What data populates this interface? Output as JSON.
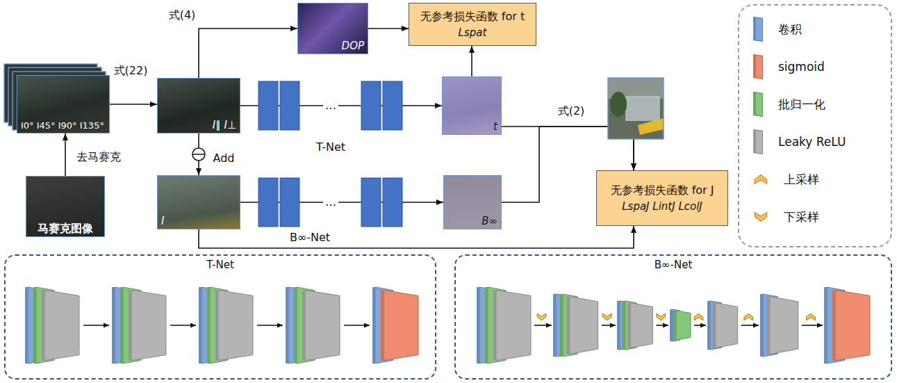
{
  "diagram": {
    "nodes": [
      {
        "text": [
          "I0° I45° I90° I135°"
        ]
      },
      {
        "text": [
          "马赛克图像"
        ]
      },
      {
        "text": [
          "I∥ I⊥"
        ]
      },
      {
        "text": [
          "DOP"
        ]
      },
      {
        "text": [
          "无参考损失函数 for t",
          "Lspat"
        ]
      },
      {
        "text": [
          "I"
        ]
      },
      {
        "text": [
          "t"
        ]
      },
      {
        "text": [
          "B∞"
        ]
      },
      {
        "text": [
          "无参考损失函数 for J",
          "LspaJ LintJ LcolJ"
        ]
      },
      {
        "text": [
          "T-Net"
        ]
      },
      {
        "text": [
          "B∞-Net"
        ]
      }
    ],
    "edges": [
      {
        "from": 1,
        "to": 0,
        "arrow": "to",
        "label": "去马赛克"
      },
      {
        "from": 0,
        "to": 2,
        "arrow": "to",
        "label": "式(22)"
      },
      {
        "from": 2,
        "to": 3,
        "arrow": "to",
        "label": "式(4)"
      },
      {
        "from": 3,
        "to": 4,
        "arrow": "to"
      },
      {
        "from": 2,
        "to": 6,
        "arrow": "to",
        "label": "T-Net"
      },
      {
        "from": 6,
        "to": 4,
        "arrow": "to"
      },
      {
        "from": 2,
        "to": 5,
        "arrow": "to",
        "label": "Add"
      },
      {
        "from": 5,
        "to": 7,
        "arrow": "to",
        "label": "B∞-Net"
      },
      {
        "from": 6,
        "to": 8,
        "arrow": "to"
      },
      {
        "from": 7,
        "to": 8,
        "arrow": "to"
      },
      {
        "from": 5,
        "to": 8,
        "arrow": "to"
      }
    ],
    "labels": [
      "式(2)",
      "…",
      "…"
    ],
    "legend": [
      {
        "text": "卷积",
        "color": "#7fa7dc"
      },
      {
        "text": "sigmoid",
        "color": "#f08c6e"
      },
      {
        "text": "批归一化",
        "color": "#84c77b"
      },
      {
        "text": "Leaky ReLU",
        "color": "#b4b4b4"
      },
      {
        "text": "上采样"
      },
      {
        "text": "下采样"
      }
    ]
  }
}
